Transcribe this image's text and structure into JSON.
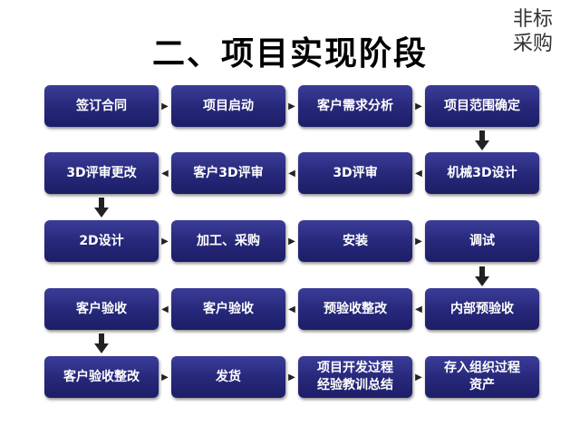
{
  "title": "二、项目实现阶段",
  "logo": {
    "line1": "非标",
    "line2": "采购"
  },
  "colors": {
    "node_fill": "#262778",
    "node_text": "#ffffff",
    "arrow": "#222222"
  },
  "steps": [
    "签订合同",
    "项目启动",
    "客户需求分析",
    "项目范围确定",
    "机械3D设计",
    "3D评审",
    "客户3D评审",
    "3D评审更改",
    "2D设计",
    "加工、采购",
    "安装",
    "调试",
    "内部预验收",
    "预验收整改",
    "客户验收",
    "客户验收",
    "客户验收整改",
    "发货",
    "项目开发过程\n经验教训总结",
    "存入组织过程\n资产"
  ]
}
